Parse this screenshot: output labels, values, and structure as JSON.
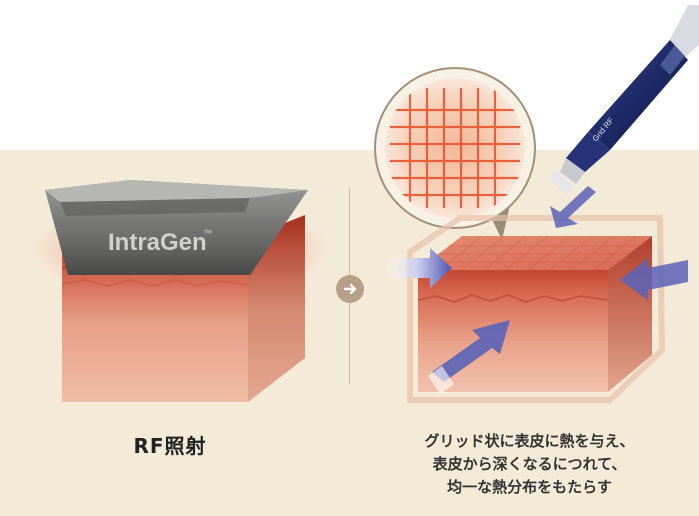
{
  "device": {
    "brand_label": "IntraGen",
    "brand_tm": "™"
  },
  "handpiece": {
    "label": "Grid RF"
  },
  "left": {
    "caption": "RF照射"
  },
  "right": {
    "caption_lines": [
      "グリッド状に表皮に熱を与え、",
      "表皮から深くなるにつれて、",
      "均一な熱分布をもたらす"
    ]
  },
  "colors": {
    "background": "#f4ead8",
    "skin": "#c9604a",
    "grid": "#e0502a",
    "arrow": "#5b63b8"
  }
}
